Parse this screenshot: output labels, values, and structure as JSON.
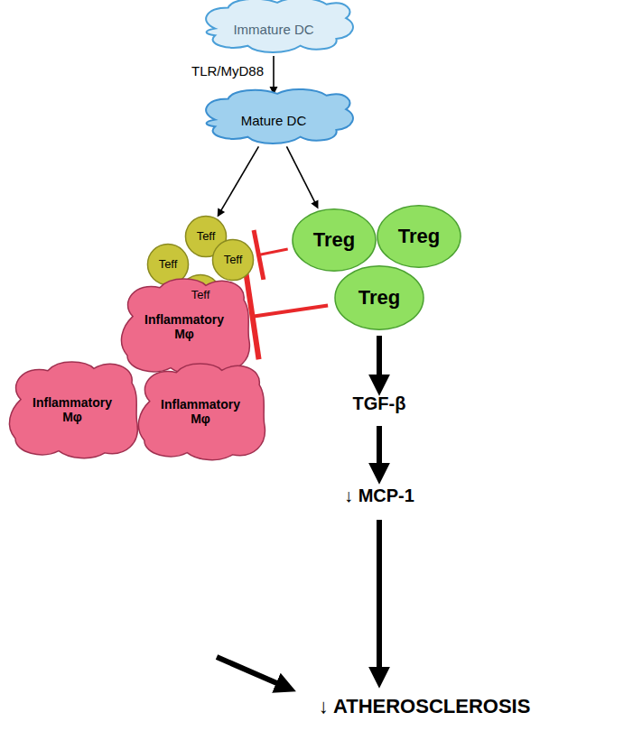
{
  "diagram": {
    "nodes": [
      {
        "text": [
          "Immature DC"
        ]
      },
      {
        "text": [
          "Mature DC"
        ]
      },
      {
        "text": [
          "Teff"
        ]
      },
      {
        "text": [
          "Teff"
        ]
      },
      {
        "text": [
          "Teff"
        ]
      },
      {
        "text": [
          "Teff"
        ]
      },
      {
        "text": [
          "Treg"
        ]
      },
      {
        "text": [
          "Treg"
        ]
      },
      {
        "text": [
          "Treg"
        ]
      },
      {
        "text": [
          "Inflammatory Mφ"
        ]
      },
      {
        "text": [
          "Inflammatory Mφ"
        ]
      },
      {
        "text": [
          "Inflammatory Mφ"
        ]
      }
    ],
    "edges": [
      {
        "from": 0,
        "to": 1,
        "arrow": "to"
      },
      {
        "from": 1,
        "to": 2,
        "arrow": "to"
      },
      {
        "from": 1,
        "to": 6,
        "arrow": "to"
      },
      {
        "from": 6,
        "to": 4,
        "arrow": "to"
      },
      {
        "from": 8,
        "to": 9,
        "arrow": "to"
      }
    ],
    "labels": [
      "TLR/MyD88",
      "TGF-β",
      "↓ MCP-1",
      "↓ ATHEROSCLEROSIS"
    ]
  }
}
